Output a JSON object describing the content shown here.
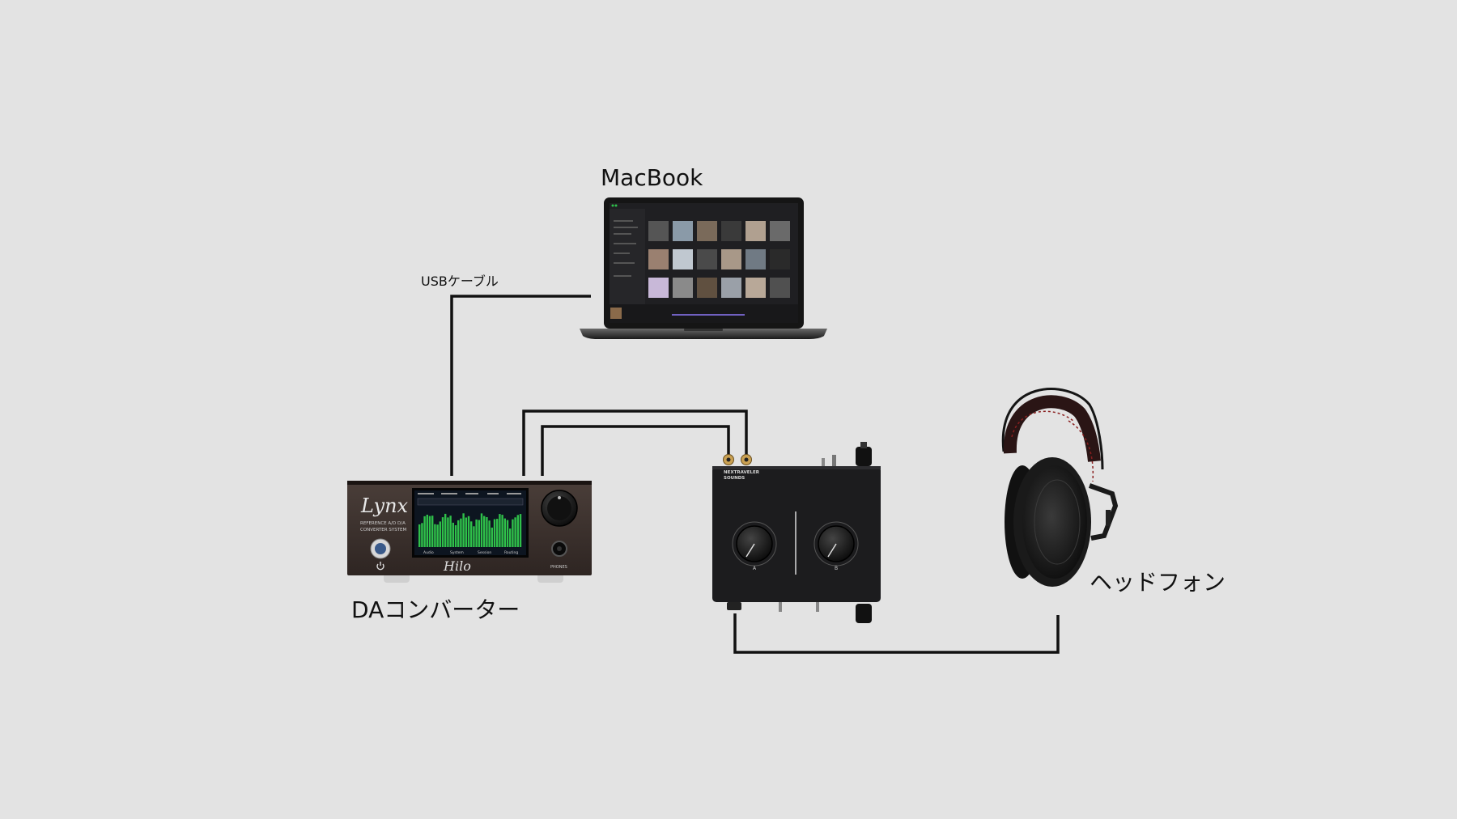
{
  "labels": {
    "macbook": "MacBook",
    "usb_cable": "USBケーブル",
    "da_converter": "DAコンバーター",
    "headphones": "ヘッドフォン"
  },
  "devices": {
    "dac": {
      "brand": "Lynx",
      "model": "Hilo",
      "subtitle_1": "REFERENCE A/D D/A",
      "subtitle_2": "CONVERTER SYSTEM",
      "phones_label": "PHONES",
      "screen_tabs": [
        "Audio",
        "System",
        "Session",
        "Routing"
      ]
    },
    "amp": {
      "brand_1": "NEXTRAVELER",
      "brand_2": "SOUNDS",
      "knob_a": "A",
      "knob_b": "B"
    }
  },
  "colors": {
    "background": "#e3e3e3",
    "cable": "#111111",
    "dac_body": "#3a302c",
    "amp_body": "#1c1c1e",
    "meter_green": "#2fc04a"
  }
}
